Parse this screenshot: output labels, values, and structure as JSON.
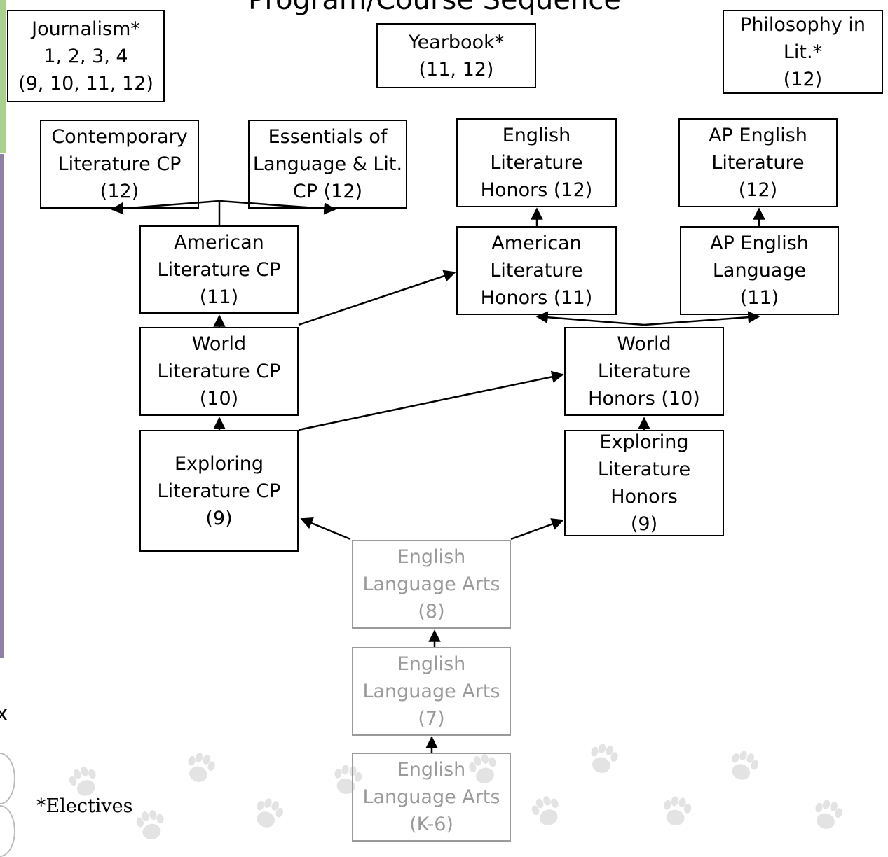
{
  "title": "Program/Course Sequence",
  "footnote": "*Electives",
  "colors": {
    "border": "#000000",
    "gray": "#9a9a9a",
    "paw": "#e3e3e3",
    "accent_green": "#a9d18e",
    "accent_purple": "#8e7fa3"
  },
  "decorations": {
    "paw_icon": "paw-print-icon"
  },
  "boxes": {
    "journalism": "Journalism*\n1, 2, 3, 4\n(9, 10, 11, 12)",
    "yearbook": "Yearbook*\n(11, 12)",
    "philosophy": "Philosophy in\nLit.*\n(12)",
    "contemporary": "Contemporary\nLiterature CP\n(12)",
    "essentials": "Essentials of\nLanguage &  Lit.\nCP (12)",
    "english_lit_honors": "English\nLiterature\nHonors (12)",
    "ap_english_lit": "AP English\nLiterature\n(12)",
    "american_cp": "American\nLiterature CP\n(11)",
    "american_honors": "American\nLiterature\nHonors (11)",
    "ap_english_lang": "AP English\nLanguage\n(11)",
    "world_cp": "World\nLiterature CP\n(10)",
    "world_honors": "World\nLiterature\nHonors (10)",
    "exploring_cp": "Exploring\nLiterature CP\n(9)",
    "exploring_honors": "Exploring\nLiterature\nHonors\n(9)",
    "ela_8": "English\nLanguage Arts\n(8)",
    "ela_7": "English\nLanguage Arts\n(7)",
    "ela_k6": "English\nLanguage Arts\n(K-6)"
  }
}
